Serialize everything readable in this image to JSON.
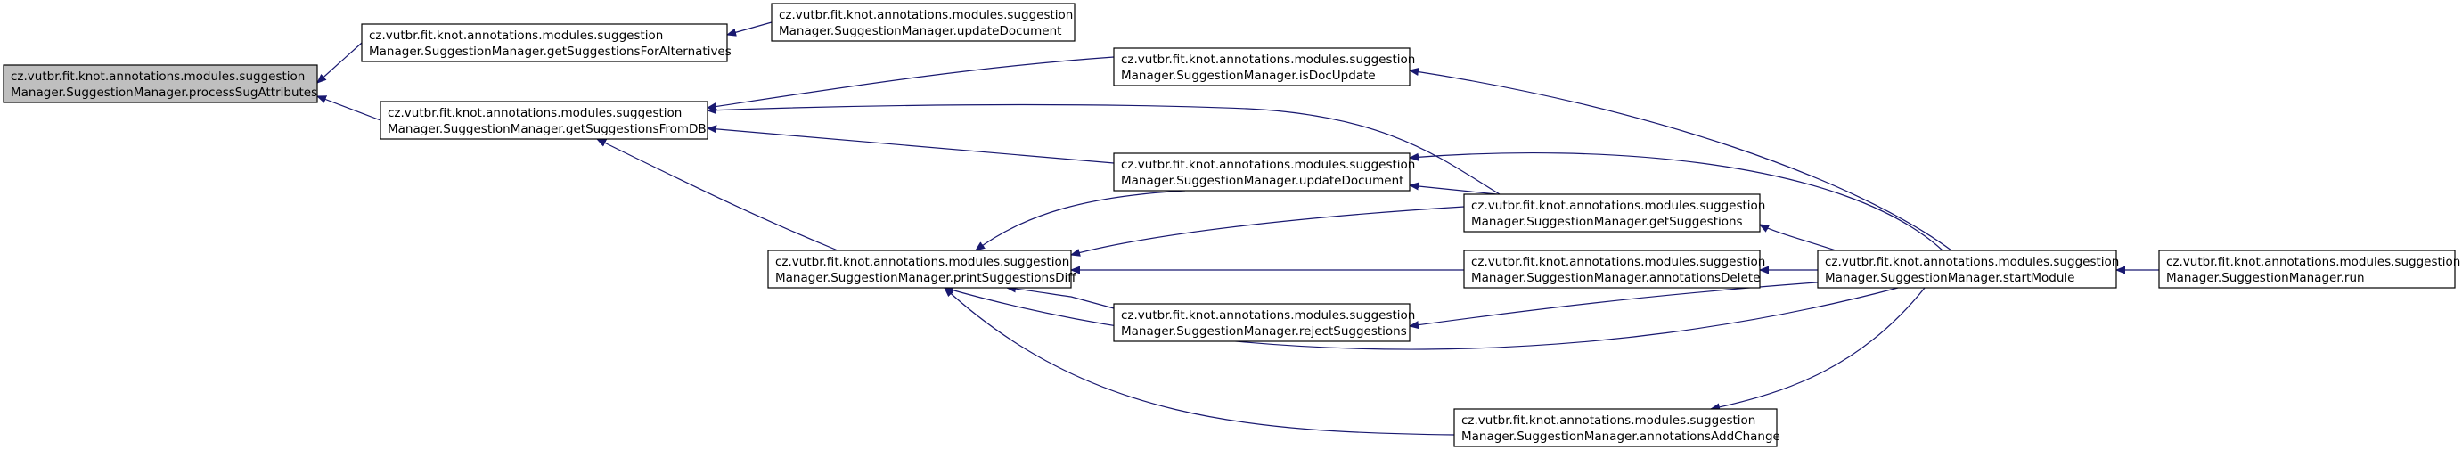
{
  "graph": {
    "nodes": [
      {
        "id": "processSugAttributes",
        "line1": "cz.vutbr.fit.knot.annotations.modules.suggestion",
        "line2": "Manager.SuggestionManager.processSugAttributes",
        "focus": true
      },
      {
        "id": "getSuggestionsForAlternatives",
        "line1": "cz.vutbr.fit.knot.annotations.modules.suggestion",
        "line2": "Manager.SuggestionManager.getSuggestionsForAlternatives"
      },
      {
        "id": "updateDocumentTop",
        "line1": "cz.vutbr.fit.knot.annotations.modules.suggestion",
        "line2": "Manager.SuggestionManager.updateDocument"
      },
      {
        "id": "getSuggestionsFromDB",
        "line1": "cz.vutbr.fit.knot.annotations.modules.suggestion",
        "line2": "Manager.SuggestionManager.getSuggestionsFromDB"
      },
      {
        "id": "isDocUpdate",
        "line1": "cz.vutbr.fit.knot.annotations.modules.suggestion",
        "line2": "Manager.SuggestionManager.isDocUpdate"
      },
      {
        "id": "updateDocument",
        "line1": "cz.vutbr.fit.knot.annotations.modules.suggestion",
        "line2": "Manager.SuggestionManager.updateDocument"
      },
      {
        "id": "getSuggestions",
        "line1": "cz.vutbr.fit.knot.annotations.modules.suggestion",
        "line2": "Manager.SuggestionManager.getSuggestions"
      },
      {
        "id": "printSuggestionsDiff",
        "line1": "cz.vutbr.fit.knot.annotations.modules.suggestion",
        "line2": "Manager.SuggestionManager.printSuggestionsDiff"
      },
      {
        "id": "annotationsDelete",
        "line1": "cz.vutbr.fit.knot.annotations.modules.suggestion",
        "line2": "Manager.SuggestionManager.annotationsDelete"
      },
      {
        "id": "rejectSuggestions",
        "line1": "cz.vutbr.fit.knot.annotations.modules.suggestion",
        "line2": "Manager.SuggestionManager.rejectSuggestions"
      },
      {
        "id": "startModule",
        "line1": "cz.vutbr.fit.knot.annotations.modules.suggestion",
        "line2": "Manager.SuggestionManager.startModule"
      },
      {
        "id": "run",
        "line1": "cz.vutbr.fit.knot.annotations.modules.suggestion",
        "line2": "Manager.SuggestionManager.run"
      },
      {
        "id": "annotationsAddChange",
        "line1": "cz.vutbr.fit.knot.annotations.modules.suggestion",
        "line2": "Manager.SuggestionManager.annotationsAddChange"
      }
    ],
    "edges": [
      {
        "from": "getSuggestionsForAlternatives",
        "to": "processSugAttributes"
      },
      {
        "from": "getSuggestionsFromDB",
        "to": "processSugAttributes"
      },
      {
        "from": "updateDocumentTop",
        "to": "getSuggestionsForAlternatives"
      },
      {
        "from": "isDocUpdate",
        "to": "getSuggestionsFromDB"
      },
      {
        "from": "getSuggestions",
        "to": "getSuggestionsFromDB"
      },
      {
        "from": "updateDocument",
        "to": "getSuggestionsFromDB"
      },
      {
        "from": "printSuggestionsDiff",
        "to": "getSuggestionsFromDB"
      },
      {
        "from": "updateDocument",
        "to": "printSuggestionsDiff"
      },
      {
        "from": "getSuggestions",
        "to": "printSuggestionsDiff"
      },
      {
        "from": "annotationsDelete",
        "to": "printSuggestionsDiff"
      },
      {
        "from": "rejectSuggestions",
        "to": "printSuggestionsDiff"
      },
      {
        "from": "startModule",
        "to": "printSuggestionsDiff"
      },
      {
        "from": "annotationsAddChange",
        "to": "printSuggestionsDiff"
      },
      {
        "from": "getSuggestions",
        "to": "updateDocument"
      },
      {
        "from": "startModule",
        "to": "updateDocument"
      },
      {
        "from": "startModule",
        "to": "isDocUpdate"
      },
      {
        "from": "startModule",
        "to": "getSuggestions"
      },
      {
        "from": "startModule",
        "to": "annotationsDelete"
      },
      {
        "from": "startModule",
        "to": "rejectSuggestions"
      },
      {
        "from": "startModule",
        "to": "annotationsAddChange"
      },
      {
        "from": "run",
        "to": "startModule"
      }
    ]
  }
}
